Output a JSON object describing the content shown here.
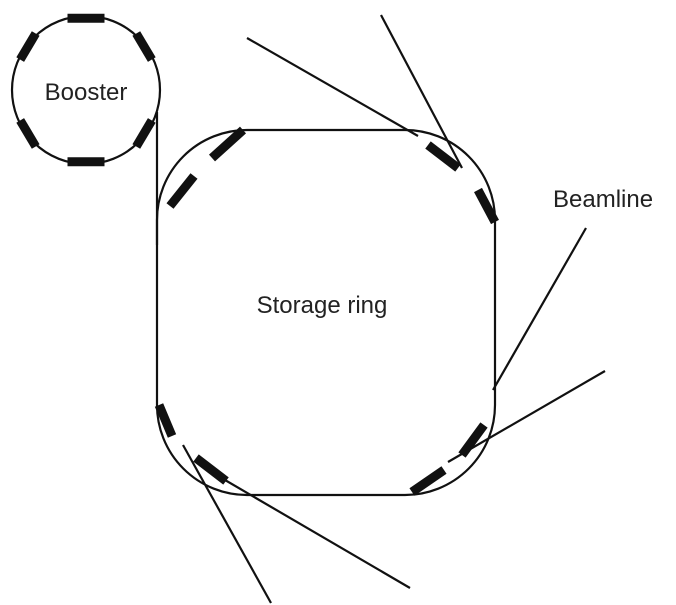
{
  "labels": {
    "booster": "Booster",
    "storage_ring": "Storage ring",
    "beamline": "Beamline"
  }
}
